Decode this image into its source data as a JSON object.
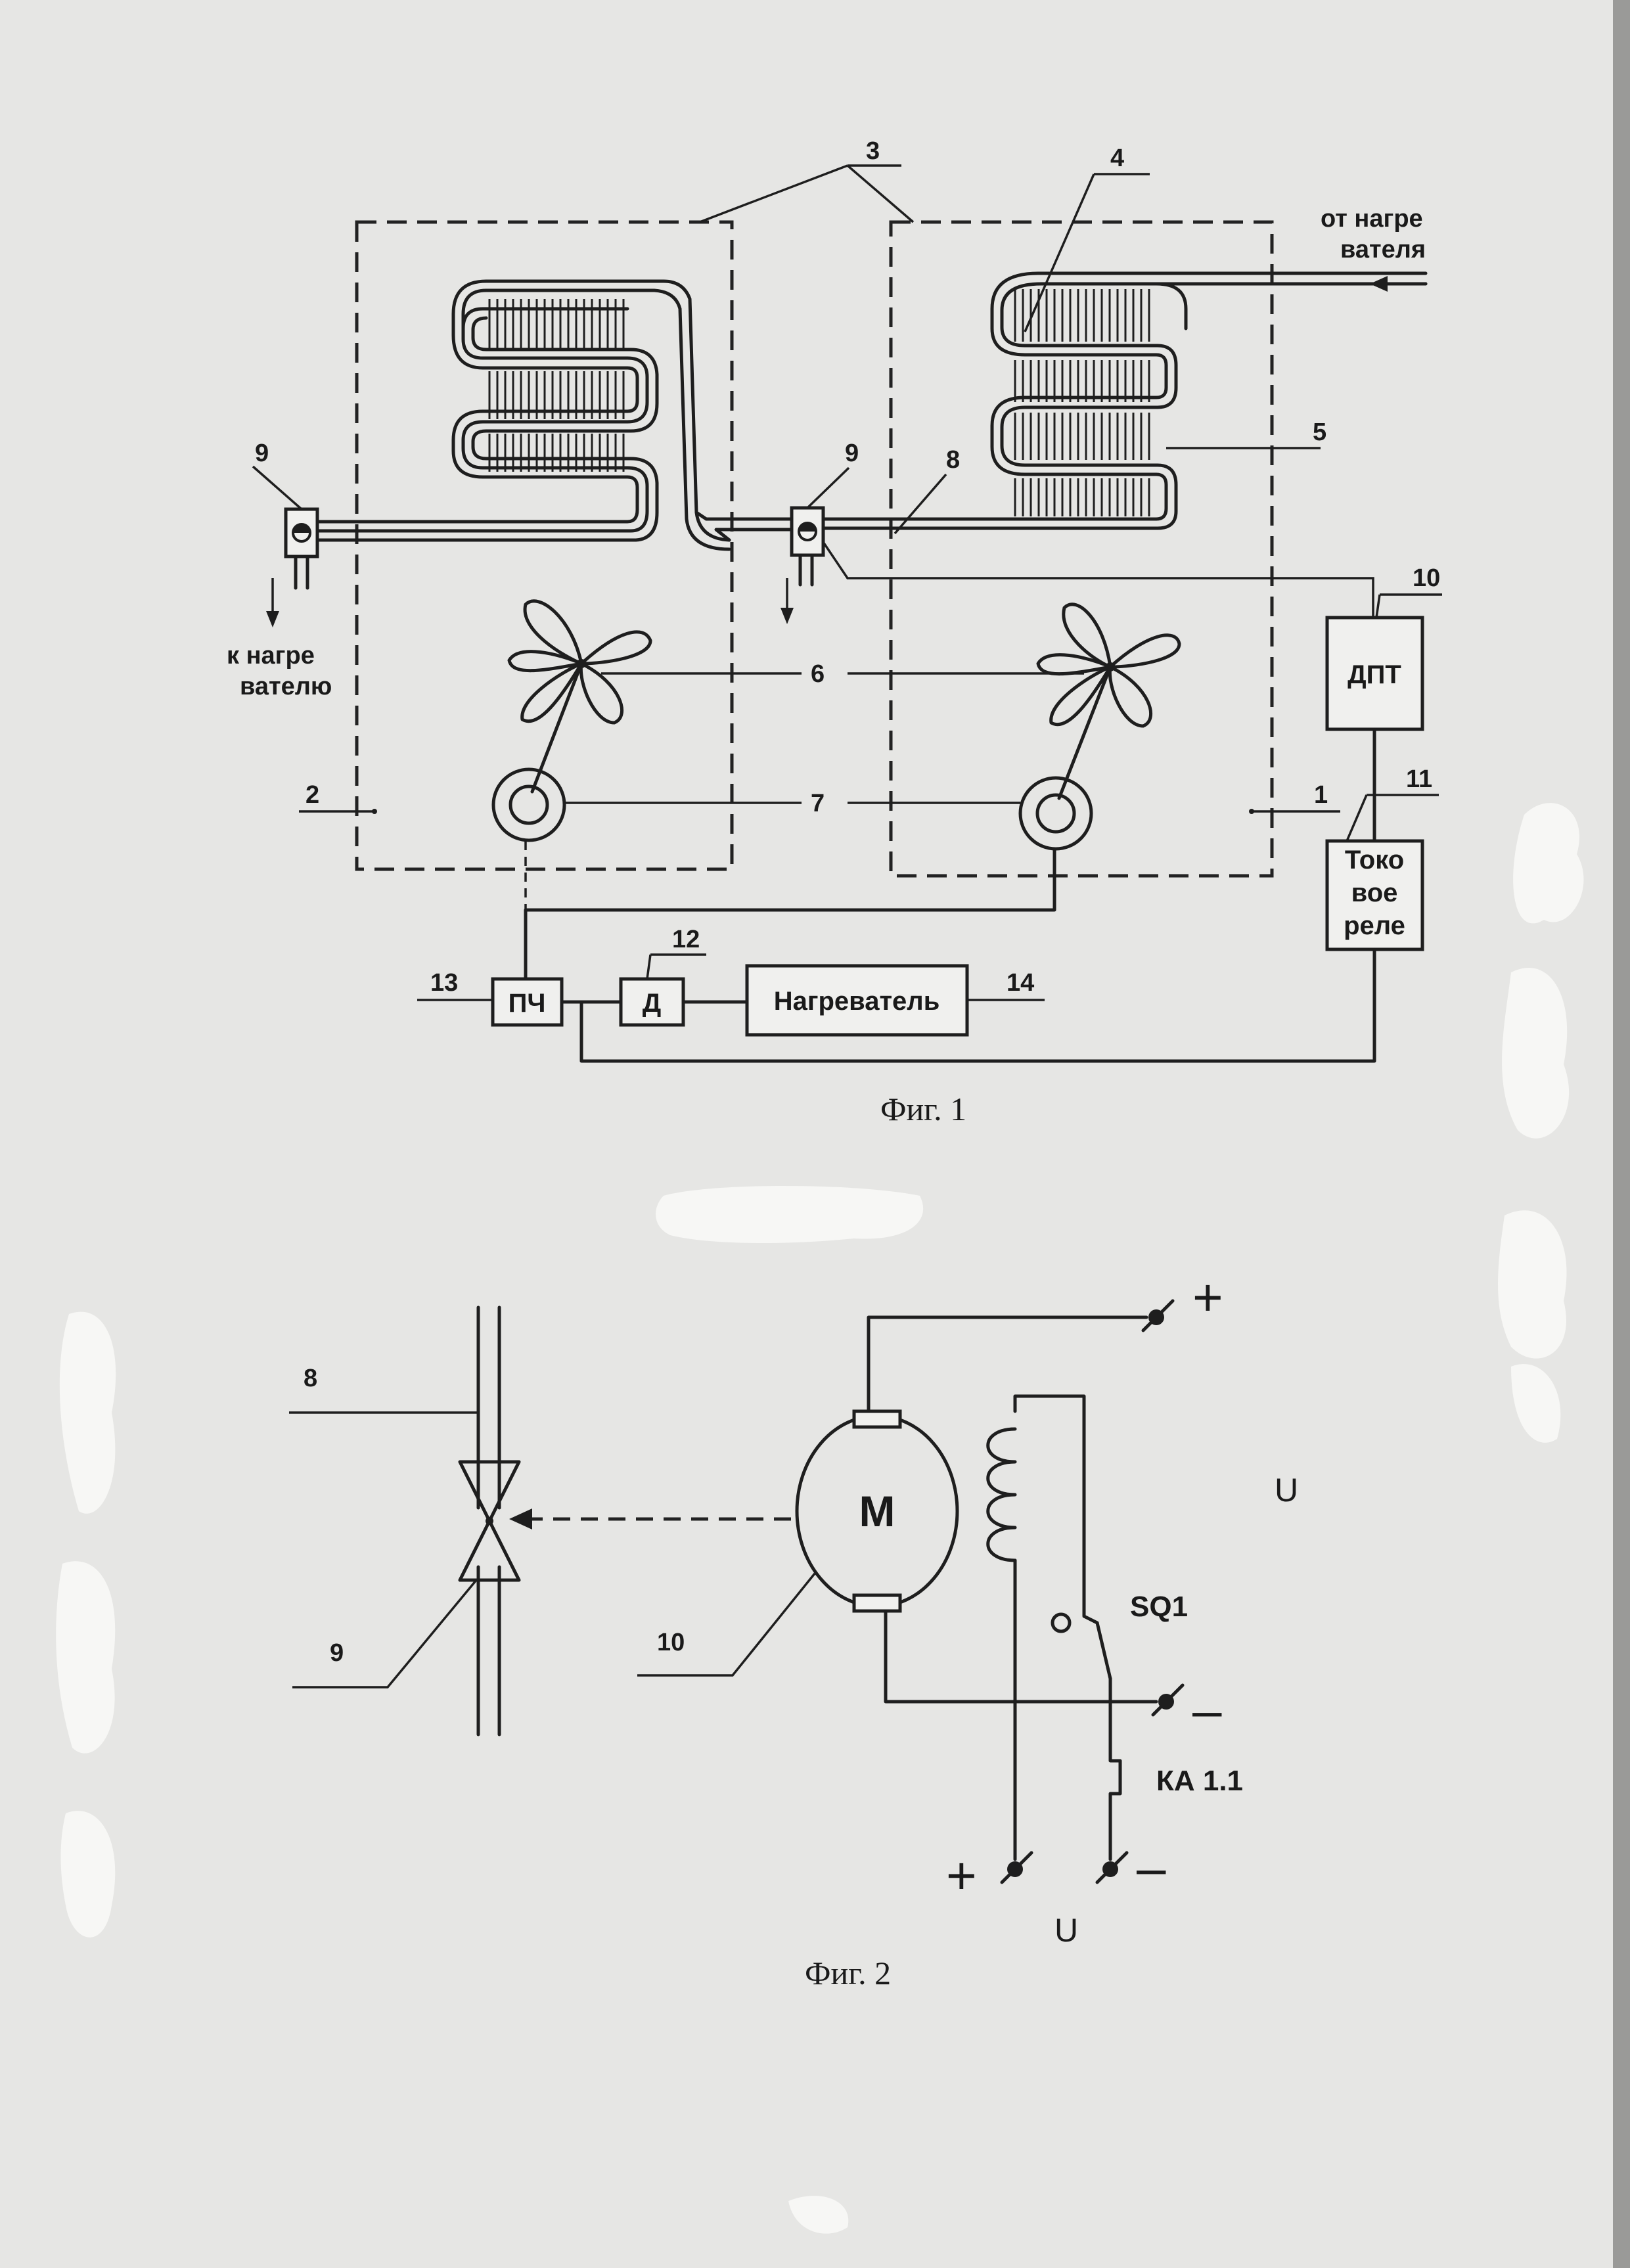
{
  "fig1": {
    "caption": "Фиг. 1",
    "labels": {
      "n1": "1",
      "n2": "2",
      "n3": "3",
      "n4": "4",
      "n5": "5",
      "n6": "6",
      "n7": "7",
      "n8": "8",
      "n9a": "9",
      "n9b": "9",
      "n10": "10",
      "n11": "11",
      "n12": "12",
      "n13": "13",
      "n14": "14"
    },
    "from_heater": [
      "от нагре",
      "вателя"
    ],
    "to_heater": [
      "к нагре",
      "вателю"
    ],
    "boxes": {
      "dpt": "ДПТ",
      "relay": [
        "Токо",
        "вое",
        "реле"
      ],
      "pch": "ПЧ",
      "d": "Д",
      "heater": "Нагреватель"
    }
  },
  "fig2": {
    "caption": "Фиг. 2",
    "labels": {
      "n8": "8",
      "n9": "9",
      "n10": "10"
    },
    "motor": "М",
    "switch": "SQ1",
    "contact": "КА 1.1",
    "voltage_top": "U",
    "voltage_bottom": "U",
    "plus_top": "+",
    "minus_mid": "–",
    "plus_bottom": "+",
    "minus_bottom": "–"
  }
}
